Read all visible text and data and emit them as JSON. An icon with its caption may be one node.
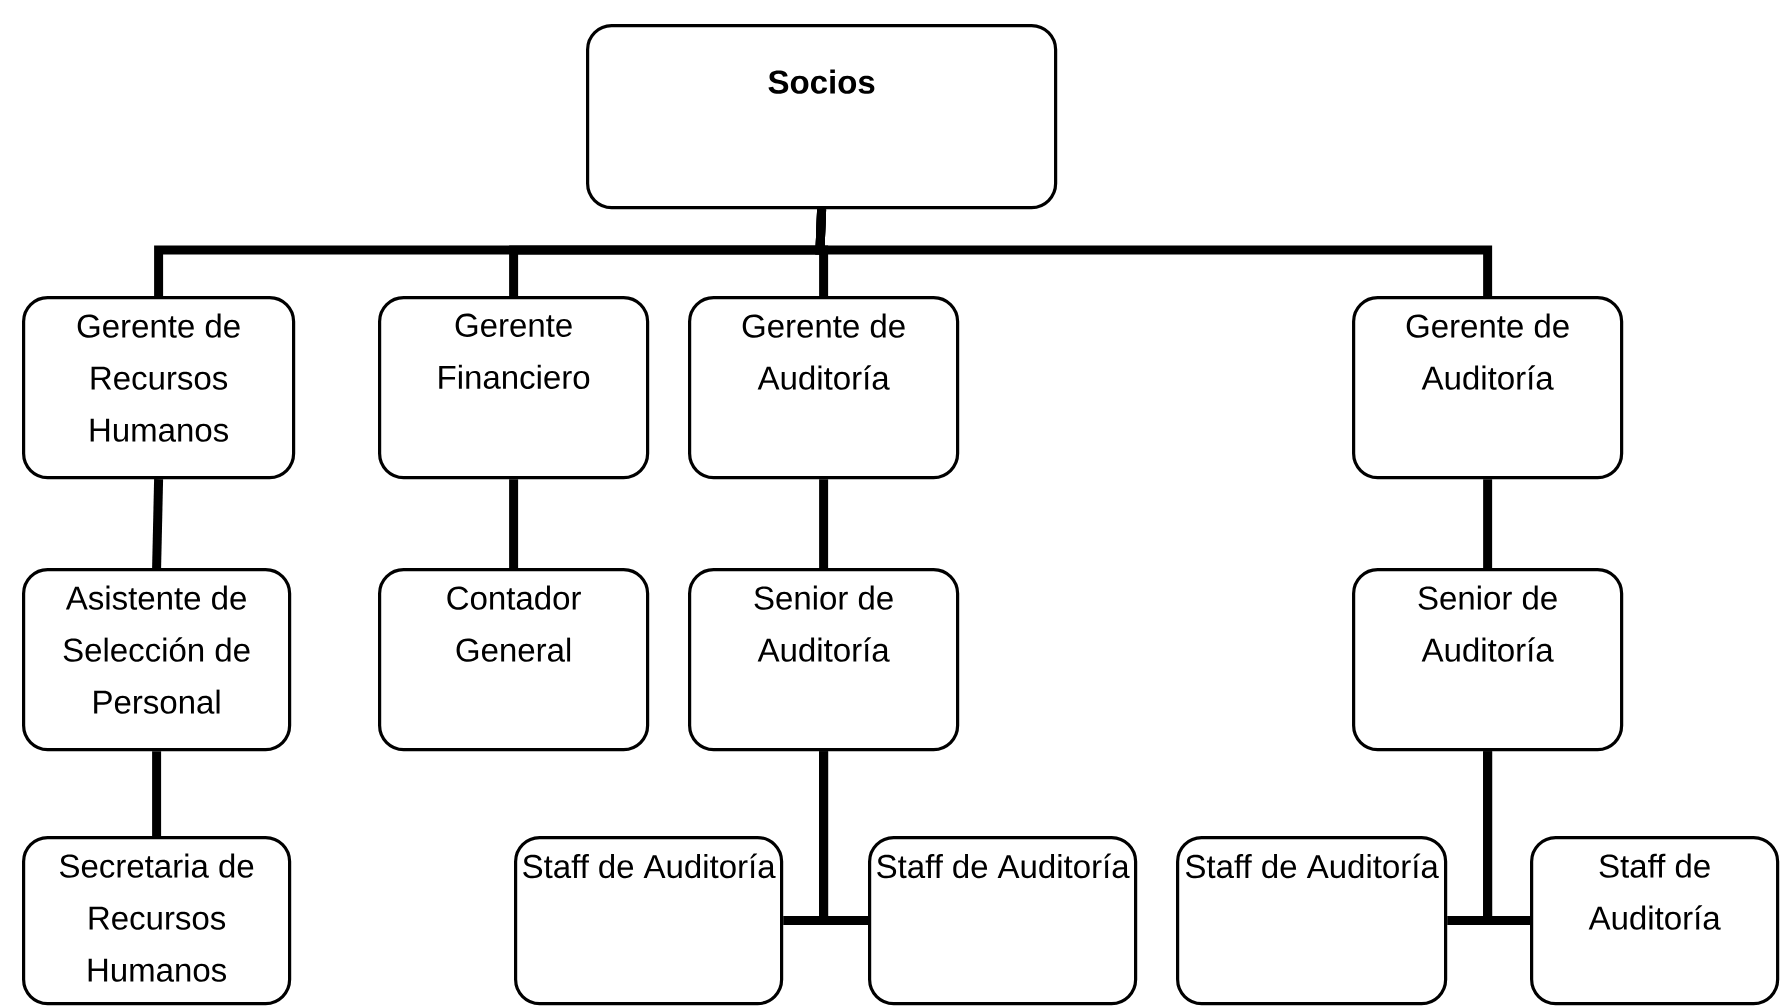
{
  "diagram": {
    "nodes": [
      {
        "text": [
          "Socios"
        ]
      },
      {
        "text": [
          "Gerente de Recursos Humanos"
        ]
      },
      {
        "text": [
          "Gerente Financiero"
        ]
      },
      {
        "text": [
          "Gerente de Auditoría"
        ]
      },
      {
        "text": [
          "Gerente de Auditoría"
        ]
      },
      {
        "text": [
          "Asistente de Selección de Personal"
        ]
      },
      {
        "text": [
          "Contador General"
        ]
      },
      {
        "text": [
          "Senior de Auditoría"
        ]
      },
      {
        "text": [
          "Senior de Auditoría"
        ]
      },
      {
        "text": [
          "Secretaria de Recursos Humanos"
        ]
      },
      {
        "text": [
          "Staff de Auditoría"
        ]
      },
      {
        "text": [
          "Staff de Auditoría"
        ]
      },
      {
        "text": [
          "Staff de Auditoría"
        ]
      },
      {
        "text": [
          "Staff de Auditoría"
        ]
      }
    ],
    "edges": [
      {
        "from": 0,
        "to": 1,
        "arrow": "none"
      },
      {
        "from": 0,
        "to": 2,
        "arrow": "none"
      },
      {
        "from": 0,
        "to": 3,
        "arrow": "none"
      },
      {
        "from": 0,
        "to": 4,
        "arrow": "none"
      },
      {
        "from": 1,
        "to": 5,
        "arrow": "none"
      },
      {
        "from": 5,
        "to": 9,
        "arrow": "none"
      },
      {
        "from": 2,
        "to": 6,
        "arrow": "none"
      },
      {
        "from": 3,
        "to": 7,
        "arrow": "none"
      },
      {
        "from": 4,
        "to": 8,
        "arrow": "none"
      },
      {
        "from": 7,
        "to": 10,
        "arrow": "none"
      },
      {
        "from": 7,
        "to": 11,
        "arrow": "none"
      },
      {
        "from": 8,
        "to": 12,
        "arrow": "none"
      },
      {
        "from": 8,
        "to": 13,
        "arrow": "none"
      }
    ]
  }
}
